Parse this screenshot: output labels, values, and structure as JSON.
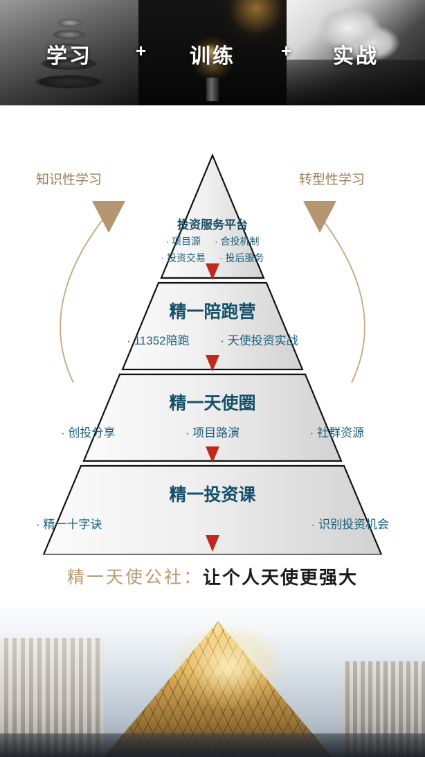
{
  "banner": {
    "cells": [
      {
        "label": "学习",
        "image": "stones-photo"
      },
      {
        "label": "训练",
        "image": "lightbulb-photo"
      },
      {
        "label": "实战",
        "image": "handshake-photo"
      }
    ],
    "separators": [
      "+",
      "+"
    ]
  },
  "pyramid": {
    "side_labels": {
      "left": "知识性学习",
      "right": "转型性学习"
    },
    "tiers": [
      {
        "title": "投资服务平台",
        "items": [
          "· 项目源",
          "· 合投机制",
          "· 投资交易",
          "· 投后服务"
        ]
      },
      {
        "title": "精一陪跑营",
        "items": [
          "· 11352陪跑",
          "· 天使投资实战"
        ]
      },
      {
        "title": "精一天使圈",
        "items": [
          "· 创投分享",
          "· 项目路演",
          "· 社群资源"
        ]
      },
      {
        "title": "精一投资课",
        "items": [
          "· 精一十字诀",
          "· 识别投资机会"
        ]
      }
    ]
  },
  "tagline": {
    "prefix": "精一天使公社：",
    "highlight": "让个人天使更强大"
  },
  "bottom_photo": {
    "caption": "louvre-glass-pyramid-photo"
  },
  "colors": {
    "tier_text": "#15506b",
    "side_label": "#9b7d56",
    "tagline_prefix": "#b79a6d",
    "tagline_highlight": "#1a1a1a",
    "pyramid_fill_light": "#f0f0f0",
    "pyramid_fill_dark": "#d4d4d4",
    "marker_red": "#c0291e"
  }
}
